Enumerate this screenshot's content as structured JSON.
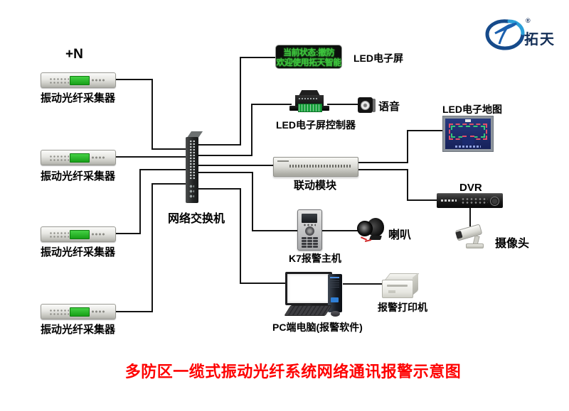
{
  "brand": {
    "name": "拓天",
    "registered": "®"
  },
  "title": "多防区一缆式振动光纤系统网络通讯报警示意图",
  "plus_n": "+N",
  "nodes": {
    "collector": {
      "label": "振动光纤采集器"
    },
    "switch": {
      "label": "网络交换机"
    },
    "led_screen": {
      "label": "LED电子屏",
      "display_line1": "当前状态:撤防",
      "display_line2": "欢迎使用拓天智能"
    },
    "led_controller": {
      "label": "LED电子屏控制器"
    },
    "voice": {
      "label": "语音"
    },
    "linkage_module": {
      "label": "联动模块"
    },
    "led_map": {
      "label": "LED电子地图"
    },
    "dvr": {
      "label": "DVR"
    },
    "camera": {
      "label": "摄像头"
    },
    "k7_host": {
      "label": "K7报警主机"
    },
    "horn": {
      "label": "喇叭"
    },
    "pc": {
      "label": "PC端电脑(报警软件)"
    },
    "printer": {
      "label": "报警打印机"
    }
  },
  "colors": {
    "title_red": "#fe0000",
    "led_green": "#3ec43e",
    "line_black": "#141414",
    "brand_navy": "#142f57"
  }
}
